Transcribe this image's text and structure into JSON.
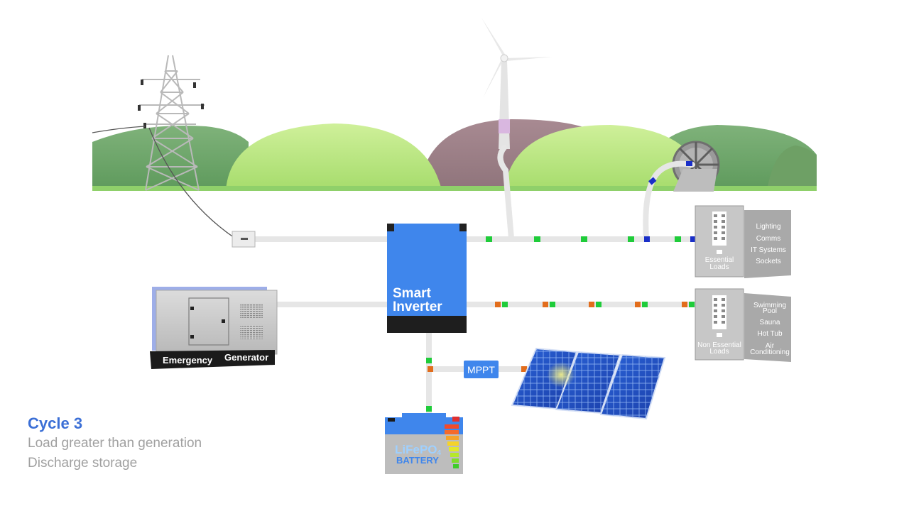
{
  "inverter": {
    "line1": "Smart",
    "line2": "Inverter"
  },
  "mppt": {
    "label": "MPPT"
  },
  "generator": {
    "label_left": "Emergency",
    "label_right": "Generator"
  },
  "battery": {
    "brand_a": "LiFePO",
    "brand_sub": "4",
    "brand_b": "BATTERY"
  },
  "essential_panel": {
    "label_line1": "Essential",
    "label_line2": "Loads",
    "items": [
      "Lighting",
      "Comms",
      "IT Systems",
      "Sockets"
    ]
  },
  "non_essential_panel": {
    "label_line1": "Non Essential",
    "label_line2": "Loads",
    "items": [
      [
        "Swimming",
        "Pool"
      ],
      [
        "Sauna"
      ],
      [
        "Hot Tub"
      ],
      [
        "Air",
        "Conditioning"
      ]
    ]
  },
  "caption": {
    "title": "Cycle 3",
    "line1": "Load greater than generation",
    "line2": "Discharge storage"
  },
  "colors": {
    "inverter_blue": "#3f86ec",
    "flow_green": "#1fcc3a",
    "flow_orange": "#e26d1c",
    "flow_blue": "#1a2fc8",
    "cable_grey": "#e6e6e6",
    "caption_blue": "#3b6fd6"
  }
}
